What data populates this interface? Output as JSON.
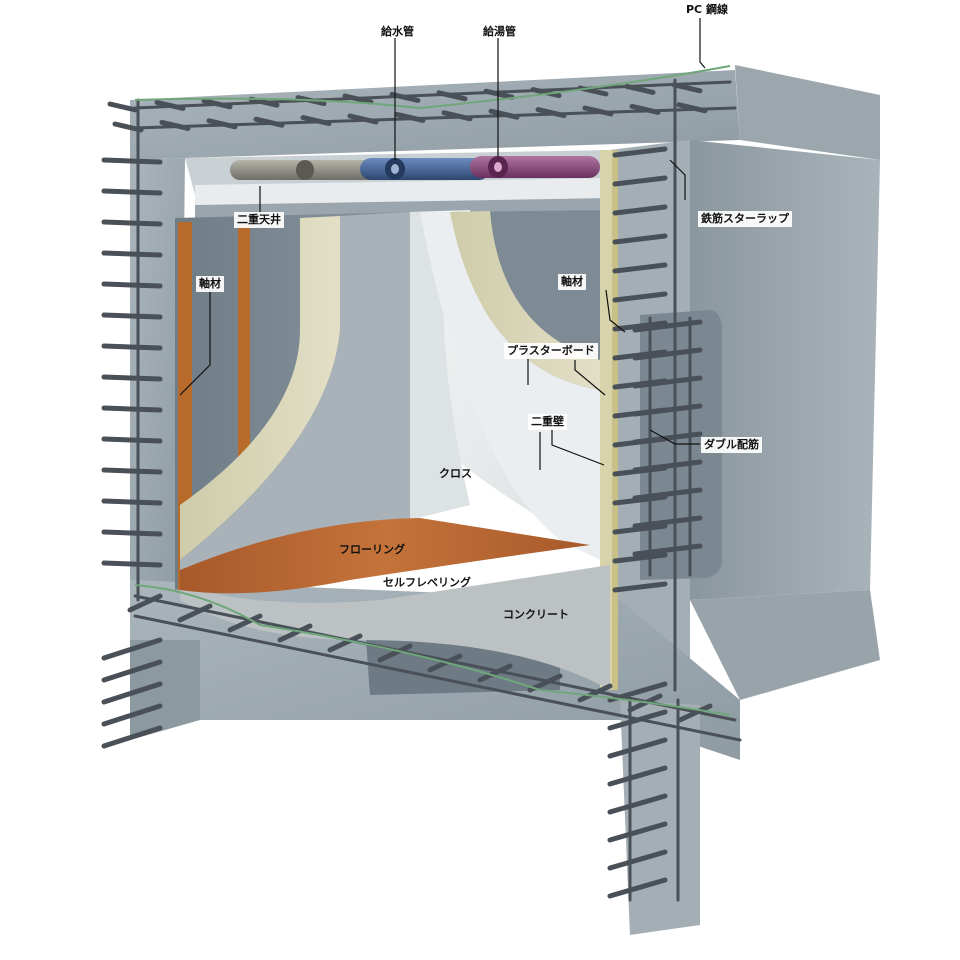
{
  "labels": {
    "pc_strand": "PC 鋼線",
    "water_pipe": "給水管",
    "hot_water_pipe": "給湯管",
    "double_ceiling": "二重天井",
    "stirrup": "鉄筋スターラップ",
    "stud_left": "軸材",
    "stud_right": "軸材",
    "plasterboard": "プラスターボード",
    "double_wall": "二重壁",
    "double_rebar": "ダブル配筋",
    "cloth": "クロス",
    "flooring": "フローリング",
    "self_leveling": "セルフレベリング",
    "concrete": "コンクリート"
  },
  "colors": {
    "concrete": "#9aa6ae",
    "concrete_dark": "#7e8b94",
    "concrete_light": "#b4bec4",
    "rebar": "#4a5058",
    "pc_strand": "#6fa67a",
    "water_pipe": "#3f5f8f",
    "hot_water_pipe": "#8a4a7a",
    "gray_pipe": "#8c8c84",
    "plasterboard": "#d8d5b8",
    "cloth": "#e9ecec",
    "flooring": "#b4622f",
    "self_leveling": "#bfc5c6",
    "stud": "#b86a2a"
  }
}
